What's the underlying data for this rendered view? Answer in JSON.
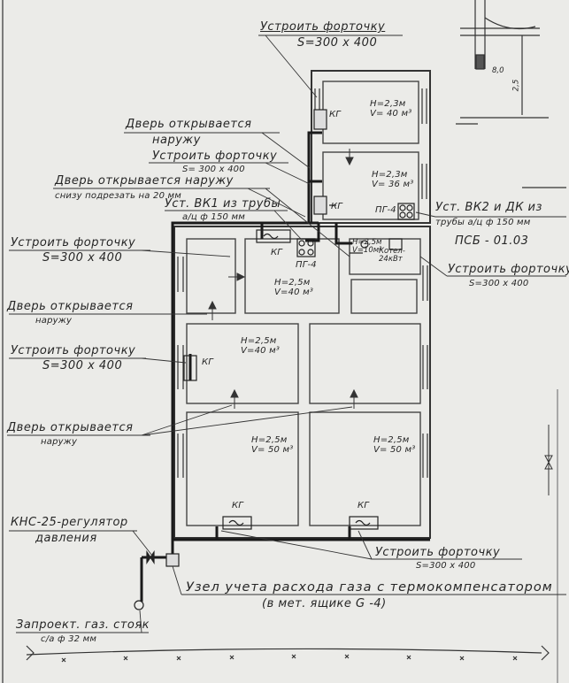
{
  "colors": {
    "paper": "#ebebe8",
    "ink": "#2a2a2a",
    "pipe": "#1a1a1a"
  },
  "labels": {
    "vent_1": "Устроить форточку",
    "vent_1_size": "S=300 x 400",
    "door_1": "Дверь открывается",
    "door_1_b": "наружу",
    "vent_2": "Устроить форточку",
    "vent_2_size": "S= 300 x 400",
    "door_2": "Дверь открывается наружу",
    "door_2_b": "снизу подрезать на 20 мм",
    "vk_1": "Уст. ВК1 из трубы",
    "vk_1_b": "а/ц ф 150 мм",
    "vent_3": "Устроить форточку",
    "vent_3_size": "S=300 x 400",
    "door_3": "Дверь открывается",
    "door_3_b": "наружу",
    "vent_4": "Устроить форточку",
    "vent_4_size": "S=300 x 400",
    "door_4": "Дверь открывается",
    "door_4_b": "наружу",
    "regulator": "КНС-25-регулятор",
    "regulator_b": "давления",
    "riser": "Запроект. газ. стояк",
    "riser_b": "с/а ф 32 мм",
    "vk_2": "Уст. ВК2 и ДК из",
    "vk_2_b": "трубы а/ц ф 150 мм",
    "boiler": "ПСБ - 01.03",
    "vent_5": "Устроить форточку",
    "vent_5_size": "S=300 x 400",
    "vent_6": "Устроить форточку",
    "vent_6_size": "S=300 x 400",
    "meter": "Узел учета расхода газа с термокомпенсатором",
    "meter_b": "(в мет. ящике G -4)"
  },
  "rooms": {
    "r1_h": "H=2,3м",
    "r1_v": "V= 40 м³",
    "r2_h": "H=2,3м",
    "r2_v": "V= 36 м³",
    "r3_h": "H=2,5м",
    "r3_v": "V=40 м³",
    "r4_h": "H=2,5м",
    "r4_v": "V=40 м³",
    "r5_h": "H=2,5м",
    "r5_v": "V= 50 м³",
    "r6_h": "H=2,5м",
    "r6_v": "V= 50 м³",
    "boiler_h": "H=2,5м",
    "boiler_v": "V=10м³",
    "boiler_k": "Котел-",
    "boiler_p": "24кВт"
  },
  "equipment": {
    "kg": "КГ",
    "pg4": "ПГ-4",
    "elev": "2,5",
    "elev_mark": "8,0"
  }
}
